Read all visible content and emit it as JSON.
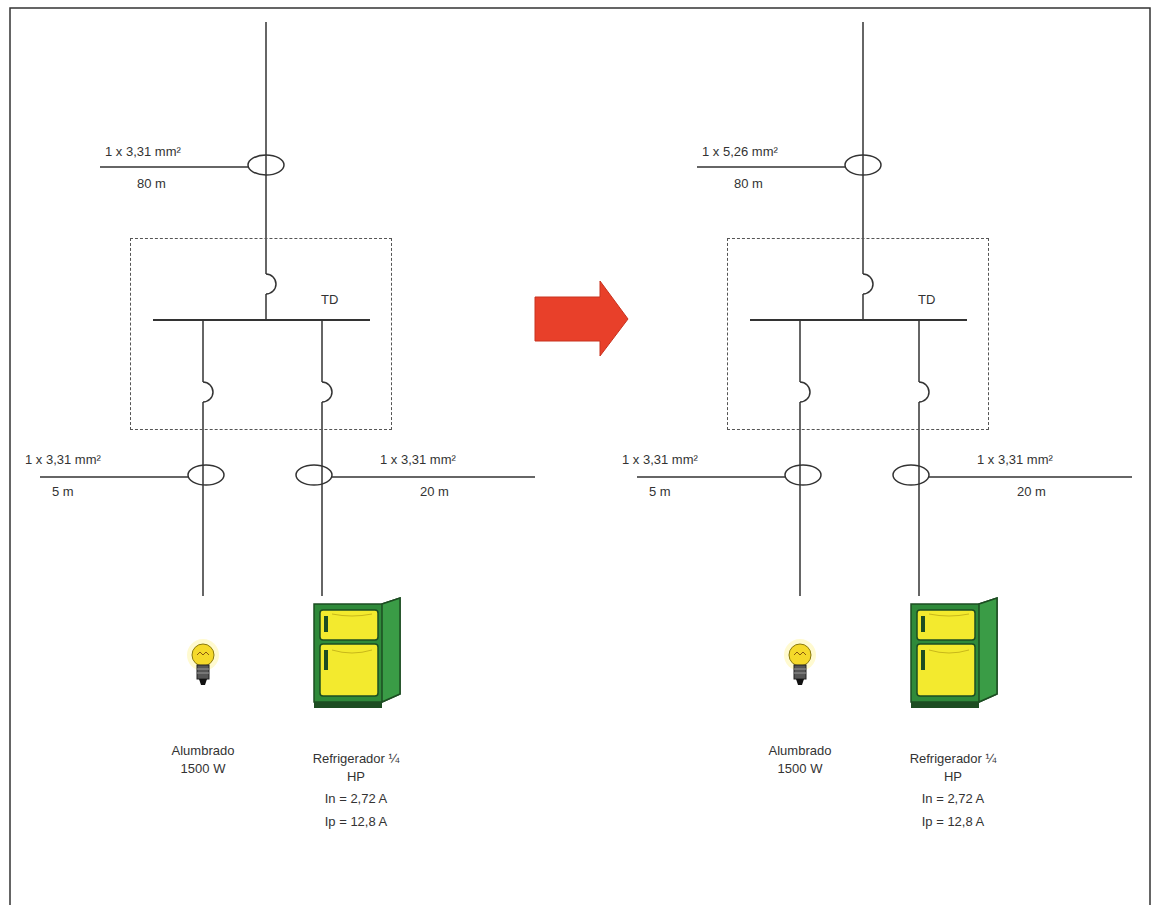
{
  "diagram": {
    "nodes": [
      {
        "text": [
          "TD"
        ]
      },
      {
        "text": [
          "Alumbrado 1500 W"
        ]
      },
      {
        "text": [
          "Refrigerador ¼ HP",
          "In = 2,72 A",
          "Ip = 12,8 A"
        ]
      },
      {
        "text": [
          "TD"
        ]
      },
      {
        "text": [
          "Alumbrado 1500 W"
        ]
      },
      {
        "text": [
          "Refrigerador ¼ HP",
          "In = 2,72 A",
          "Ip = 12,8 A"
        ]
      }
    ],
    "edges": [
      {
        "from": 0,
        "to": 1,
        "arrow": "none"
      },
      {
        "from": 0,
        "to": 2,
        "arrow": "none"
      },
      {
        "from": 3,
        "to": 4,
        "arrow": "none"
      },
      {
        "from": 3,
        "to": 5,
        "arrow": "none"
      }
    ],
    "labels": [
      "1 x 3,31 mm²",
      "80 m",
      "1 x 3,31 mm²",
      "5 m",
      "1 x 3,31 mm²",
      "20 m",
      "1 x 5,26 mm²",
      "80 m",
      "1 x 3,31 mm²",
      "5 m",
      "1 x 3,31 mm²",
      "20 m"
    ]
  }
}
